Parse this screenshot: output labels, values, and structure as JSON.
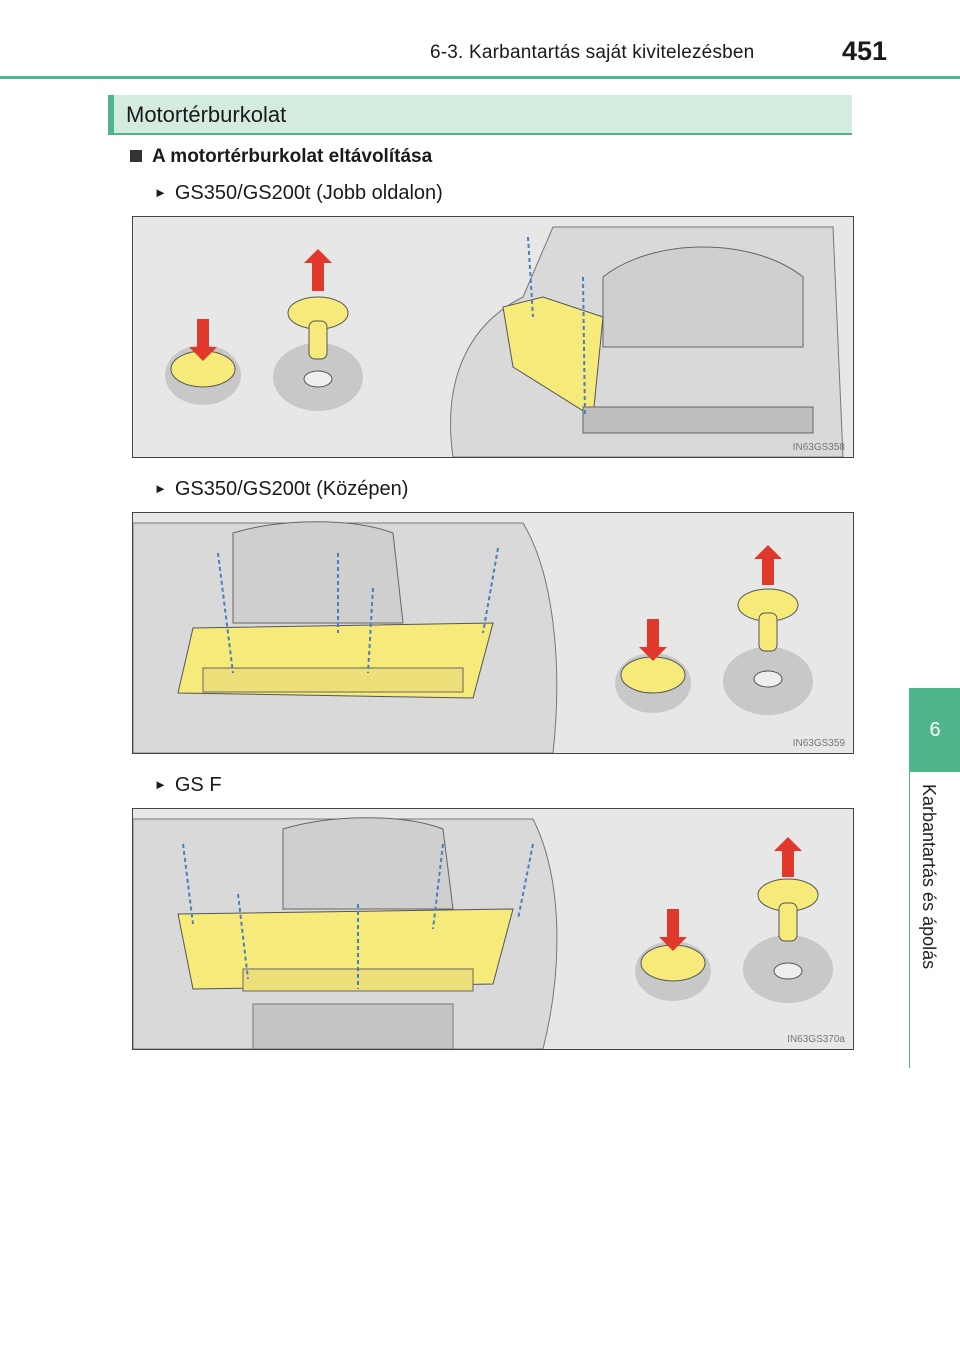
{
  "header": {
    "title": "6-3. Karbantartás saját kivitelezésben",
    "page_number": "451"
  },
  "side_tab": {
    "chapter_number": "6",
    "chapter_label": "Karbantartás és ápolás"
  },
  "section": {
    "title": "Motortérburkolat",
    "subheading": "A motortérburkolat eltávolítása"
  },
  "figures": [
    {
      "caption": "GS350/GS200t (Jobb oldalon)",
      "code": "IN63GS358"
    },
    {
      "caption": "GS350/GS200t (Középen)",
      "code": "IN63GS359"
    },
    {
      "caption": "GS F",
      "code": "IN63GS370a"
    }
  ],
  "colors": {
    "accent": "#4fb58a",
    "section_bg": "#d3ecdf",
    "cover_yellow": "#f6ea7a",
    "arrow_red": "#e0392b"
  },
  "icons": {
    "section_bullet": "black-square",
    "item_bullet": "right-triangle"
  }
}
